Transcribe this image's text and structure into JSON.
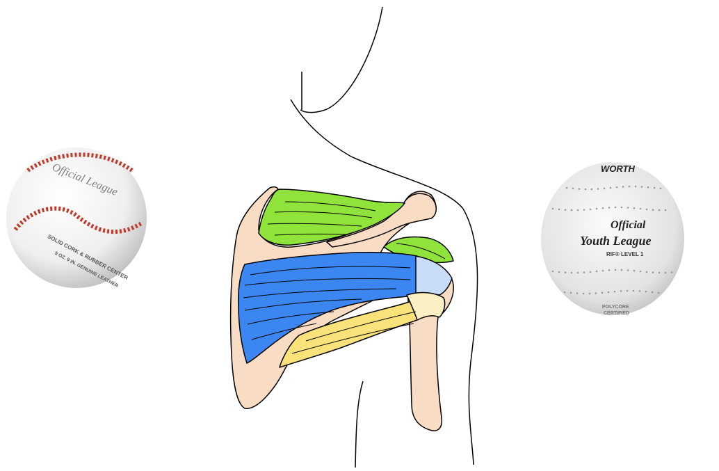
{
  "baseball": {
    "label": "Official League",
    "ring_text": "SOLID CORK & RUBBER CENTER",
    "ring_text_2": "5 OZ. 9 IN. GENUINE LEATHER",
    "seam_color": "#c0392b"
  },
  "softball": {
    "brand": "WORTH",
    "line1": "Official",
    "line2": "Youth League",
    "line3": "RIF® LEVEL 1",
    "bottom1": "POLYCORE",
    "bottom2": "CERTIFIED",
    "stitch_color": "#9a9a9a"
  },
  "anatomy": {
    "skin_color": "#f9dcc4",
    "supraspinatus_color": "#8fe33b",
    "infraspinatus_color": "#3b86f0",
    "infraspinatus_tendon_color": "#c7dcf7",
    "teres_minor_color": "#f9e27a",
    "teres_minor_tendon_color": "#fbf0c4"
  }
}
